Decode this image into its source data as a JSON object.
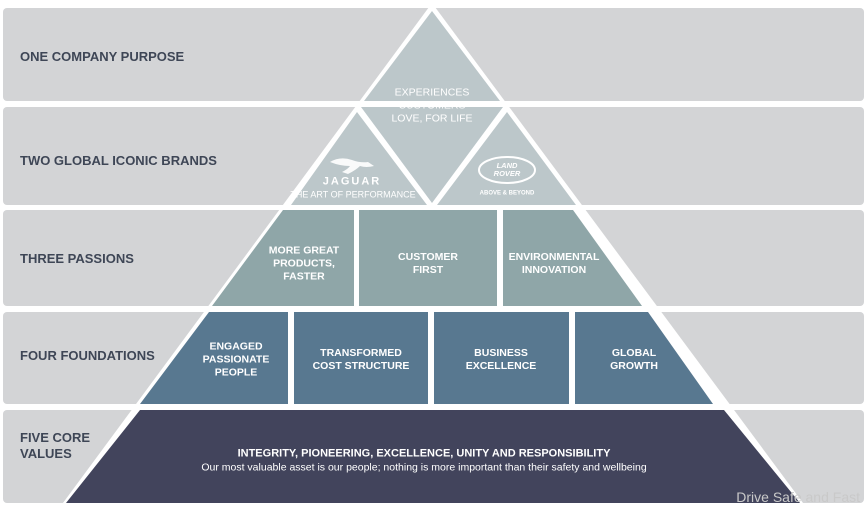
{
  "rows": [
    {
      "label": "ONE COMPANY PURPOSE"
    },
    {
      "label": "TWO GLOBAL ICONIC BRANDS"
    },
    {
      "label": "THREE PASSIONS"
    },
    {
      "label": "FOUR FOUNDATIONS"
    },
    {
      "label": "FIVE CORE VALUES"
    }
  ],
  "purpose": "EXPERIENCES CUSTOMERS LOVE, FOR LIFE",
  "brands": {
    "jaguar": {
      "name": "JAGUAR",
      "tagline": "THE ART OF PERFORMANCE"
    },
    "land_rover": {
      "name": "LAND ROVER",
      "tagline": "ABOVE & BEYOND"
    }
  },
  "passions": [
    "MORE GREAT PRODUCTS, FASTER",
    "CUSTOMER FIRST",
    "ENVIRONMENTAL INNOVATION"
  ],
  "foundations": [
    "ENGAGED PASSIONATE PEOPLE",
    "TRANSFORMED COST STRUCTURE",
    "BUSINESS EXCELLENCE",
    "GLOBAL GROWTH"
  ],
  "values": {
    "title": "INTEGRITY, PIONEERING, EXCELLENCE, UNITY AND RESPONSIBILITY",
    "subtitle": "Our most valuable asset is our people; nothing is more important than their safety and wellbeing"
  },
  "watermark": "Drive Safe and Fast",
  "colors": {
    "band": "#d3d4d6",
    "top": "#bcc7ca",
    "passions": "#8fa6a8",
    "foundations": "#587890",
    "values": "#42445c"
  }
}
